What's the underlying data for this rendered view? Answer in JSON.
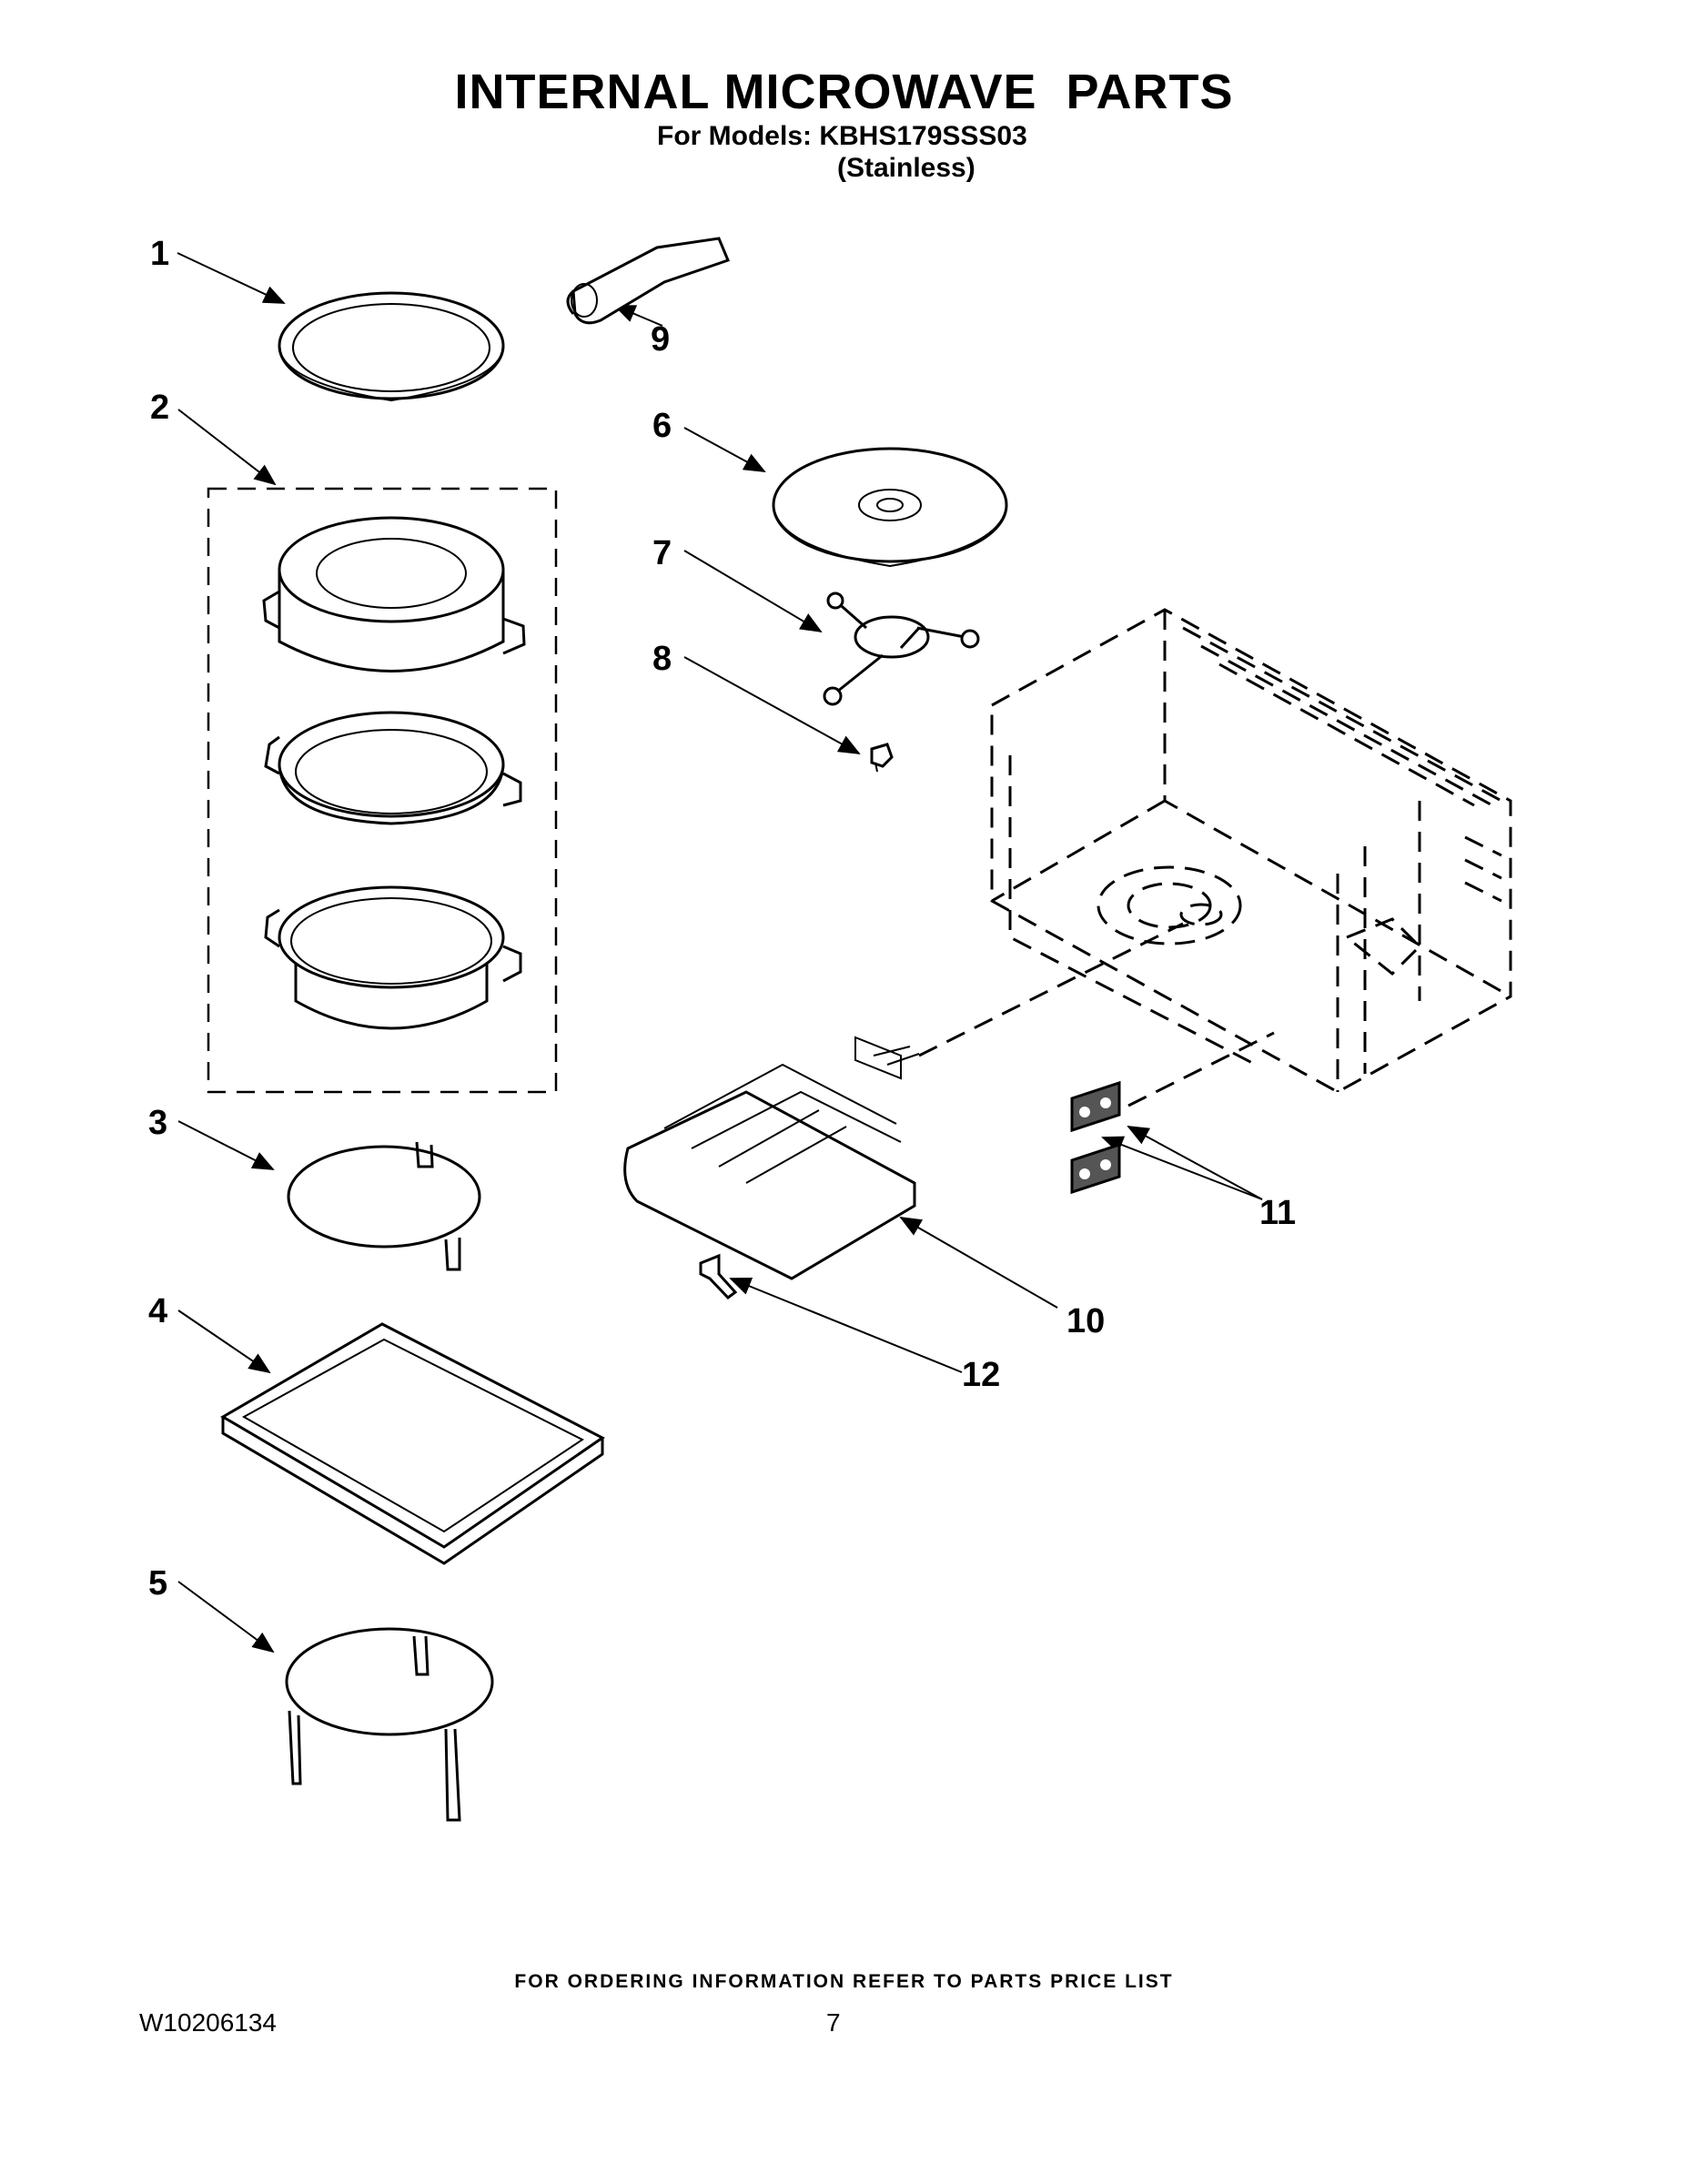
{
  "header": {
    "title": "INTERNAL MICROWAVE  PARTS",
    "models_line": "For Models: KBHS179SSS03",
    "finish": "(Stainless)"
  },
  "callouts": [
    "1",
    "2",
    "3",
    "4",
    "5",
    "6",
    "7",
    "8",
    "9",
    "10",
    "11",
    "12"
  ],
  "footer": {
    "ordering_note": "FOR ORDERING INFORMATION REFER TO PARTS PRICE LIST",
    "document_number": "W10206134",
    "page_number": "7"
  }
}
